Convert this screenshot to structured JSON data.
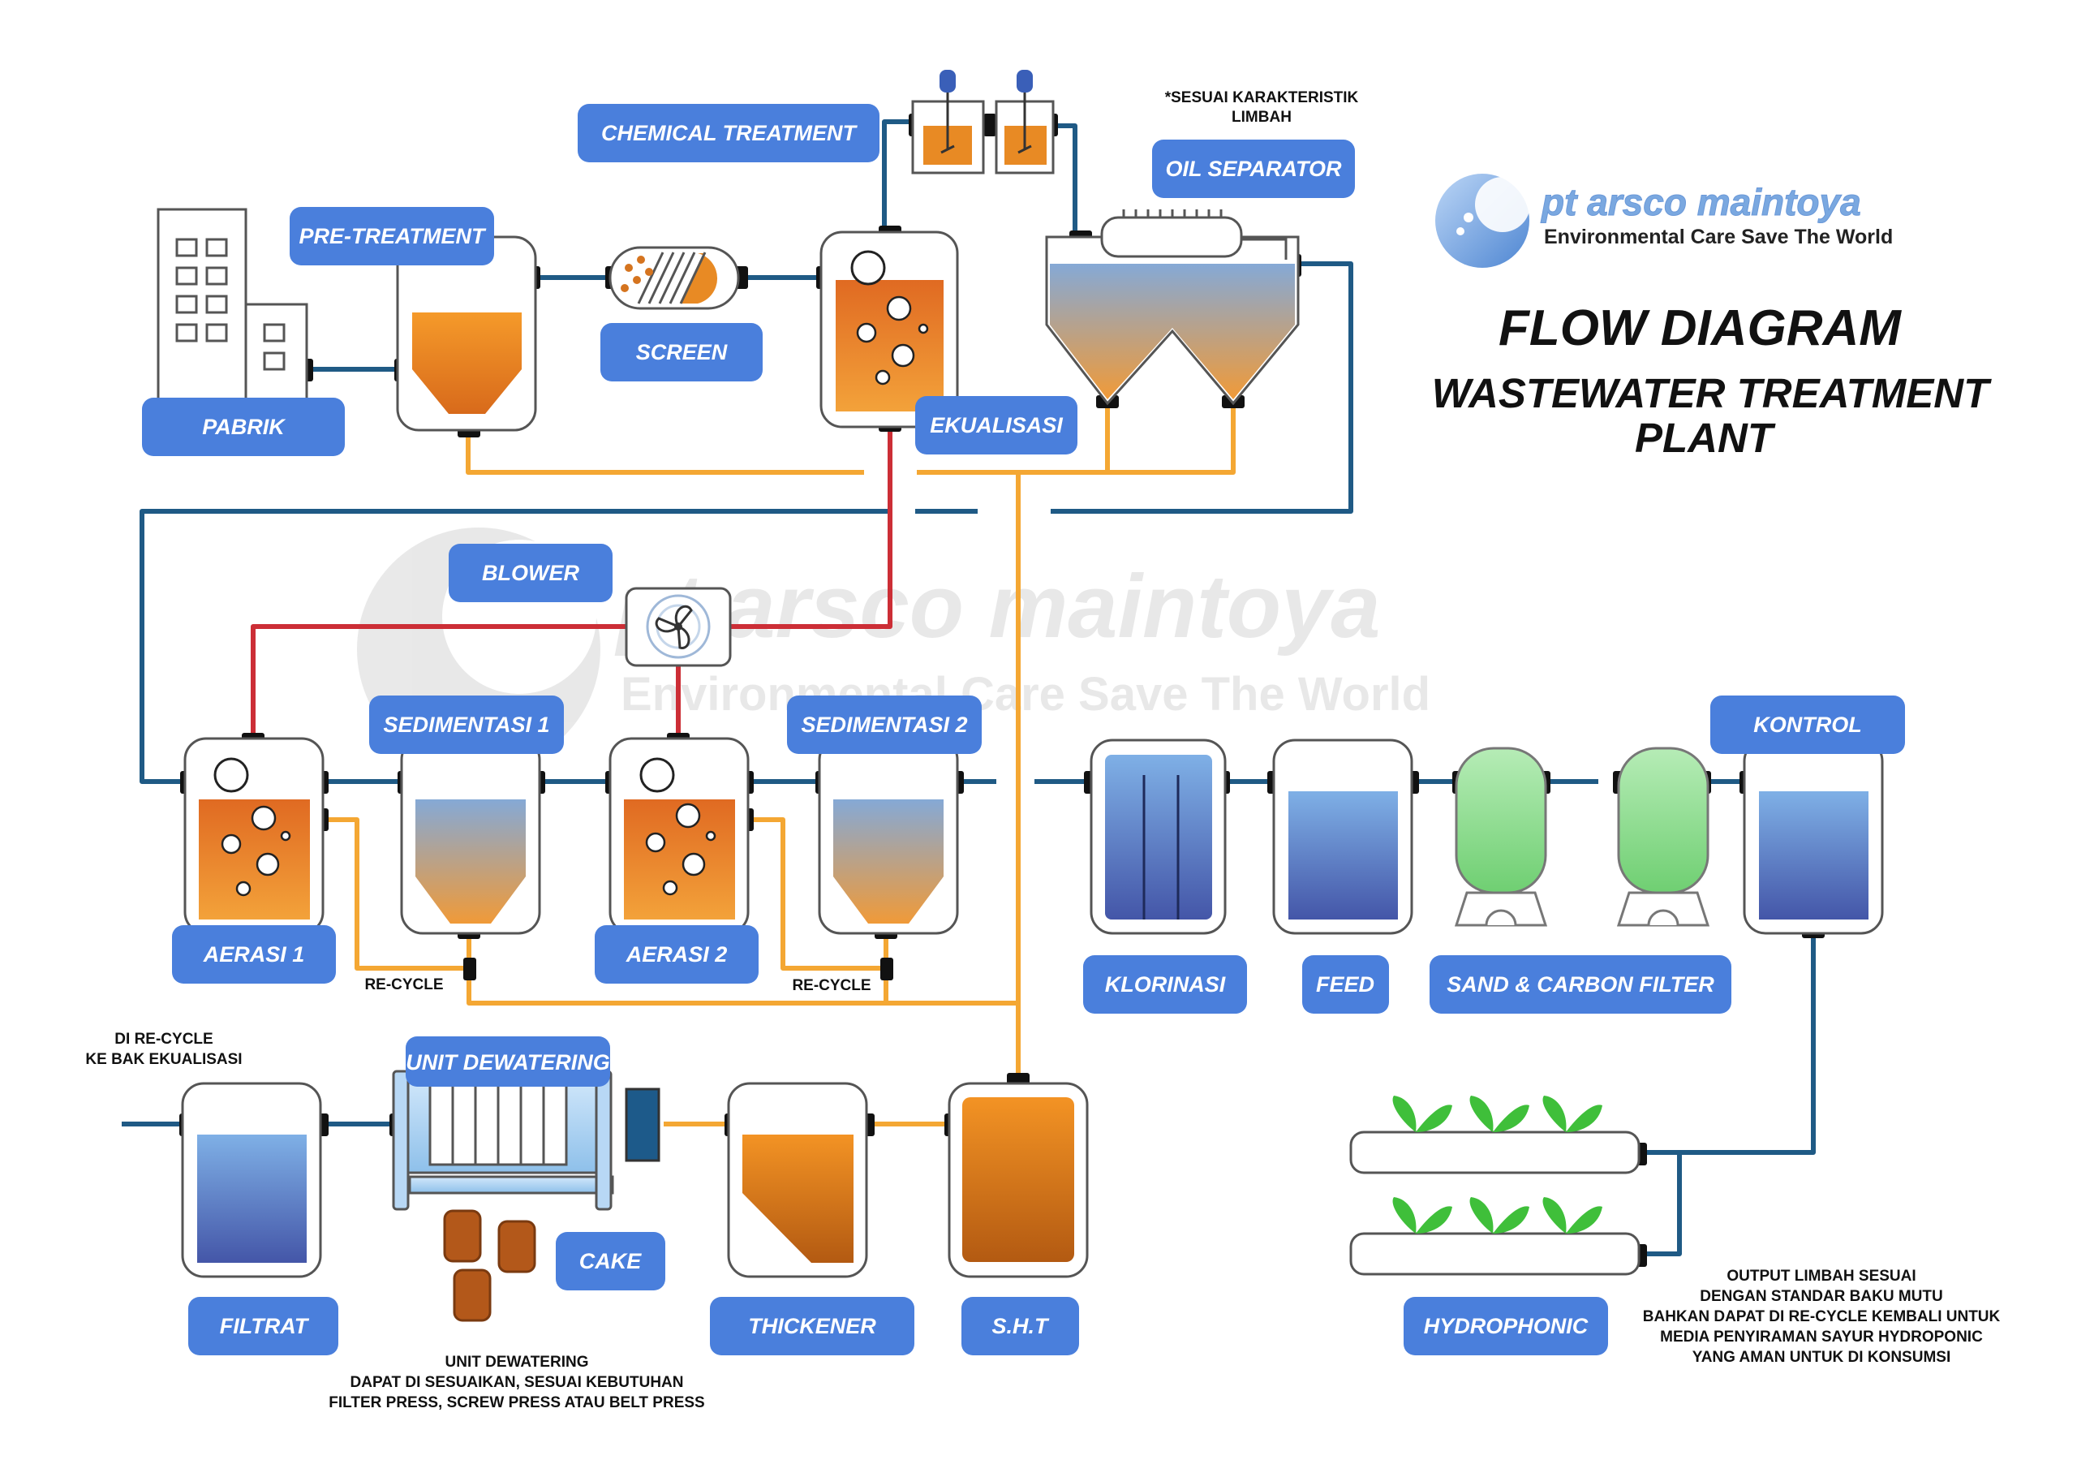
{
  "title": "FLOW DIAGRAM",
  "subtitle_line1": "WASTEWATER TREATMENT",
  "subtitle_line2": "PLANT",
  "brand": {
    "name": "pt arsco maintoya",
    "tagline": "Environmental Care Save The World",
    "color": "#7aa8e0"
  },
  "labels": {
    "chemical_treatment": "CHEMICAL TREATMENT",
    "oil_separator": "OIL SEPARATOR",
    "pre_treatment": "PRE-TREATMENT",
    "screen": "SCREEN",
    "pabrik": "PABRIK",
    "ekualisasi": "EKUALISASI",
    "blower": "BLOWER",
    "sedimentasi_1": "SEDIMENTASI 1",
    "sedimentasi_2": "SEDIMENTASI 2",
    "aerasi_1": "AERASI 1",
    "aerasi_2": "AERASI 2",
    "kontrol": "KONTROL",
    "klorinasi": "KLORINASI",
    "feed": "FEED",
    "sand_carbon_filter": "SAND & CARBON FILTER",
    "unit_dewatering": "UNIT DEWATERING",
    "cake": "CAKE",
    "filtrat": "FILTRAT",
    "thickener": "THICKENER",
    "sht": "S.H.T",
    "hydrophonic": "HYDROPHONIC"
  },
  "notes": {
    "karakteristik_1": "*SESUAI KARAKTERISTIK",
    "karakteristik_2": "LIMBAH",
    "recycle_1": "RE-CYCLE",
    "recycle_2": "RE-CYCLE",
    "direcycle_1": "DI RE-CYCLE",
    "direcycle_2": "KE BAK EKUALISASI",
    "dewatering_1": "UNIT DEWATERING",
    "dewatering_2": "DAPAT DI SESUAIKAN, SESUAI KEBUTUHAN",
    "dewatering_3": "FILTER PRESS, SCREW PRESS ATAU BELT PRESS",
    "output_1": "OUTPUT LIMBAH SESUAI",
    "output_2": "DENGAN STANDAR BAKU MUTU",
    "output_3": "BAHKAN DAPAT DI RE-CYCLE KEMBALI UNTUK",
    "output_4": "MEDIA PENYIRAMAN SAYUR HYDROPONIC",
    "output_5": "YANG AMAN UNTUK DI KONSUMSI"
  },
  "colors": {
    "label_bg": "#4a7fdc",
    "water_pipe": "#1f5a85",
    "sludge_pipe": "#f4a733",
    "air_pipe": "#cc2e36",
    "sludge": "#e88a24",
    "clean_water": "#4f73c2",
    "filter_green": "#8ad88b",
    "leaf": "#3fbf3a"
  },
  "icons": [
    "fan-icon",
    "mixer-icon",
    "leaf-icon",
    "building-icon"
  ]
}
